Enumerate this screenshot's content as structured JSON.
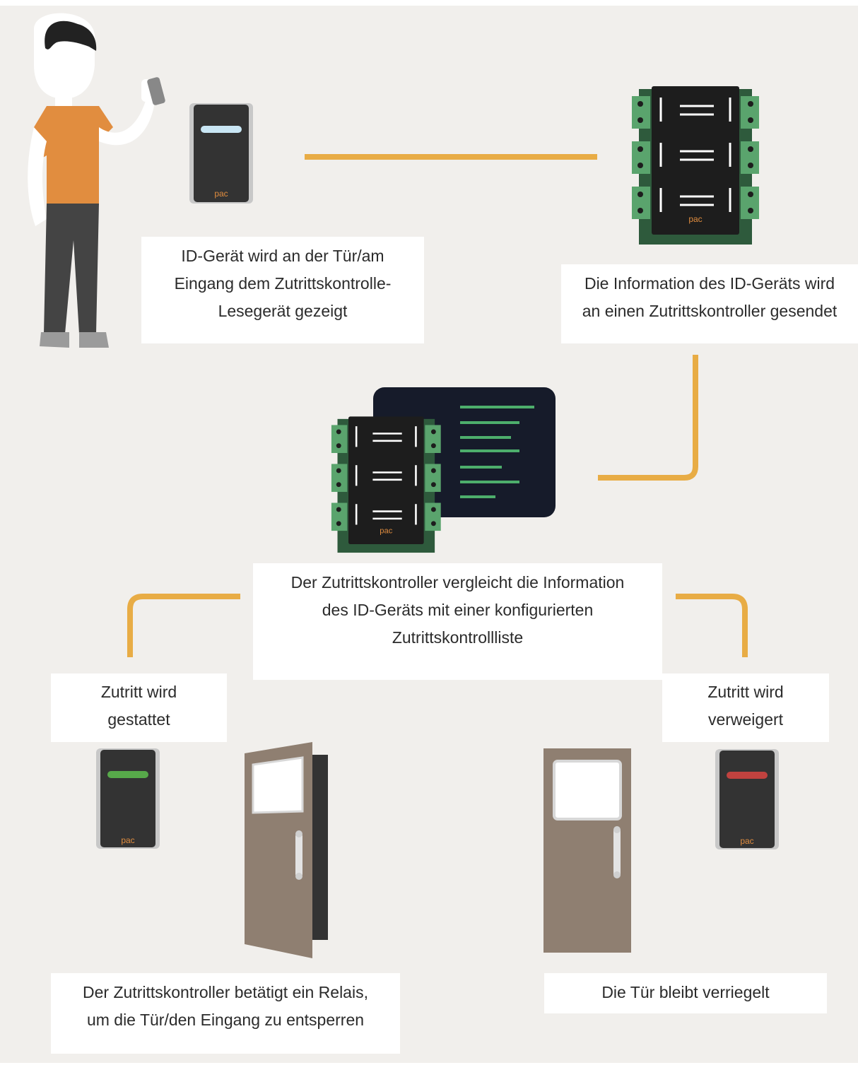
{
  "steps": {
    "reader": {
      "lines": [
        "ID-Gerät wird an der Tür/am",
        "Eingang dem Zutrittskontrolle-",
        "Lesegerät gezeigt"
      ]
    },
    "send": {
      "lines": [
        "Die Information des ID-Geräts wird",
        "an einen Zutrittskontroller gesendet"
      ]
    },
    "compare": {
      "lines": [
        "Der Zutrittskontroller vergleicht die Information",
        "des ID-Geräts mit einer konfigurierten",
        "Zutrittskontrollliste"
      ]
    },
    "granted": {
      "lines": [
        "Zutritt wird",
        "gestattet"
      ]
    },
    "denied": {
      "lines": [
        "Zutritt wird",
        "verweigert"
      ]
    },
    "unlock": {
      "lines": [
        "Der Zutrittskontroller betätigt ein Relais,",
        "um die Tür/den Eingang zu entsperren"
      ]
    },
    "locked": {
      "lines": [
        "Die Tür bleibt verriegelt"
      ]
    }
  },
  "brand": "pac",
  "colors": {
    "background": "#f1efec",
    "connector": "#e8ac45",
    "shirt": "#e18d3f",
    "pants": "#444444",
    "hair": "#222222",
    "reader_body": "#333333",
    "reader_frame": "#c8c8c8",
    "reader_led_idle": "#c9e6f4",
    "reader_led_granted": "#57a94a",
    "reader_led_denied": "#c0423f",
    "board_green": "#5aa46d",
    "board_dark": "#1d1d1d",
    "screen": "#161b2a",
    "screen_lines": "#4dae6c",
    "door": "#8f7f71",
    "door_window": "#ffffff",
    "accent_text": "#e18d3f"
  }
}
